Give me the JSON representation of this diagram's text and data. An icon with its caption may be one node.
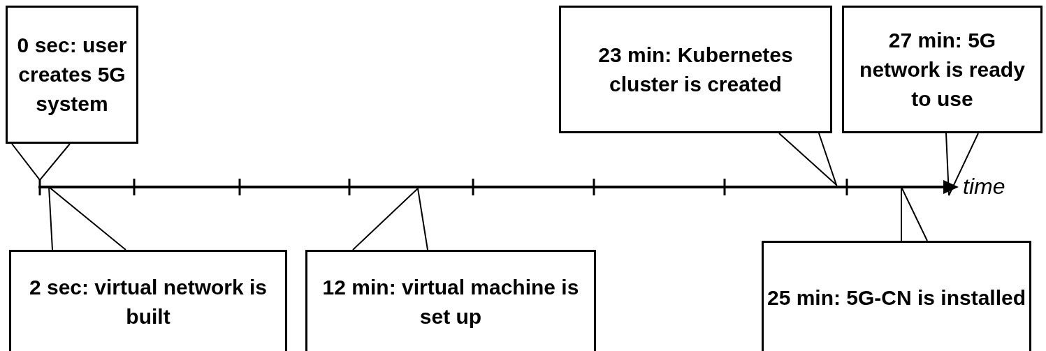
{
  "diagram": {
    "nodes": [
      {
        "text": [
          "0 sec: user creates 5G system"
        ]
      },
      {
        "text": [
          "2 sec: virtual network is built"
        ]
      },
      {
        "text": [
          "12 min: virtual machine is set up"
        ]
      },
      {
        "text": [
          "23 min: Kubernetes cluster is created"
        ]
      },
      {
        "text": [
          "25 min: 5G-CN is installed"
        ]
      },
      {
        "text": [
          "27 min: 5G network is ready to use"
        ]
      }
    ],
    "edges": [
      {
        "from": 0,
        "to": null,
        "arrow": "none"
      },
      {
        "from": 1,
        "to": null,
        "arrow": "none"
      },
      {
        "from": 2,
        "to": null,
        "arrow": "none"
      },
      {
        "from": 3,
        "to": null,
        "arrow": "none"
      },
      {
        "from": 4,
        "to": null,
        "arrow": "none"
      },
      {
        "from": 5,
        "to": null,
        "arrow": "none"
      }
    ],
    "labels": [
      "time"
    ]
  }
}
